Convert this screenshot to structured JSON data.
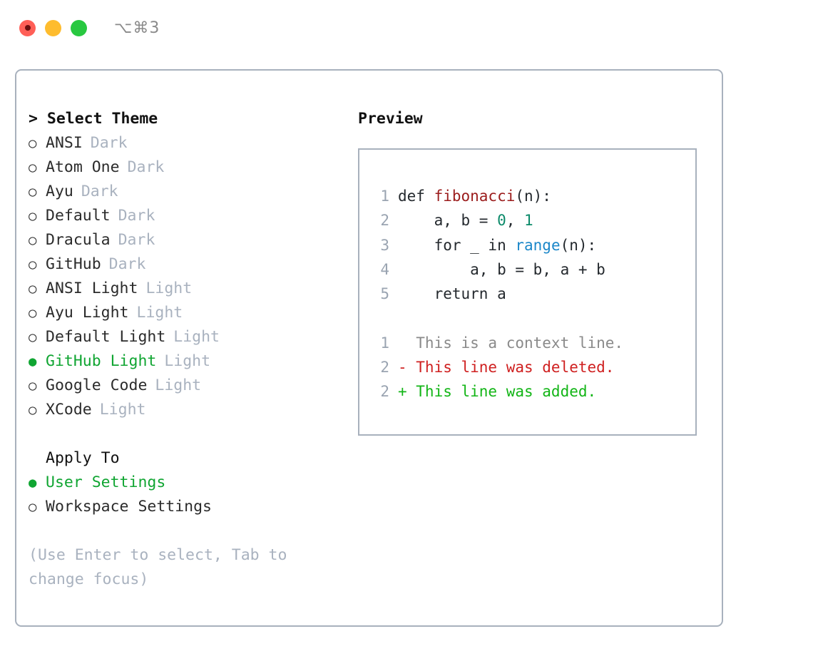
{
  "titlebar": {
    "shortcut": "⌥⌘3",
    "dots": [
      {
        "name": "close",
        "color": "#ff5f57"
      },
      {
        "name": "minimize",
        "color": "#febc2e"
      },
      {
        "name": "maximize",
        "color": "#28c840"
      }
    ]
  },
  "theme_picker": {
    "heading": "> Select Theme",
    "options": [
      {
        "marker": "○",
        "label": "ANSI",
        "tag": "Dark",
        "selected": false
      },
      {
        "marker": "○",
        "label": "Atom One",
        "tag": "Dark",
        "selected": false
      },
      {
        "marker": "○",
        "label": "Ayu",
        "tag": "Dark",
        "selected": false
      },
      {
        "marker": "○",
        "label": "Default",
        "tag": "Dark",
        "selected": false
      },
      {
        "marker": "○",
        "label": "Dracula",
        "tag": "Dark",
        "selected": false
      },
      {
        "marker": "○",
        "label": "GitHub",
        "tag": "Dark",
        "selected": false
      },
      {
        "marker": "○",
        "label": "ANSI Light",
        "tag": "Light",
        "selected": false
      },
      {
        "marker": "○",
        "label": "Ayu Light",
        "tag": "Light",
        "selected": false
      },
      {
        "marker": "○",
        "label": "Default Light",
        "tag": "Light",
        "selected": false
      },
      {
        "marker": "●",
        "label": "GitHub Light",
        "tag": "Light",
        "selected": true
      },
      {
        "marker": "○",
        "label": "Google Code",
        "tag": "Light",
        "selected": false
      },
      {
        "marker": "○",
        "label": "XCode",
        "tag": "Light",
        "selected": false
      }
    ]
  },
  "apply_to": {
    "heading": "Apply To",
    "options": [
      {
        "marker": "●",
        "label": "User Settings",
        "selected": true
      },
      {
        "marker": "○",
        "label": "Workspace Settings",
        "selected": false
      }
    ]
  },
  "hint": "(Use Enter to select, Tab to change focus)",
  "preview": {
    "title": "Preview",
    "code_lines": [
      {
        "number": "1",
        "tokens": [
          {
            "text": "def ",
            "style": "plain"
          },
          {
            "text": "fibonacci",
            "style": "fn"
          },
          {
            "text": "(n):",
            "style": "plain"
          }
        ]
      },
      {
        "number": "2",
        "tokens": [
          {
            "text": "    a, b = ",
            "style": "plain"
          },
          {
            "text": "0",
            "style": "num"
          },
          {
            "text": ", ",
            "style": "plain"
          },
          {
            "text": "1",
            "style": "num"
          }
        ]
      },
      {
        "number": "3",
        "tokens": [
          {
            "text": "    for _ in ",
            "style": "plain"
          },
          {
            "text": "range",
            "style": "call"
          },
          {
            "text": "(n):",
            "style": "plain"
          }
        ]
      },
      {
        "number": "4",
        "tokens": [
          {
            "text": "        a, b = b, a + b",
            "style": "plain"
          }
        ]
      },
      {
        "number": "5",
        "tokens": [
          {
            "text": "    return a",
            "style": "plain"
          }
        ]
      }
    ],
    "diff_lines": [
      {
        "number": "1",
        "text": "  This is a context line.",
        "kind": "context"
      },
      {
        "number": "2",
        "text": "- This line was deleted.",
        "kind": "deleted"
      },
      {
        "number": "2",
        "text": "+ This line was added.",
        "kind": "added"
      }
    ]
  },
  "colors": {
    "accent_green": "#10a532",
    "muted": "#a9b2bf",
    "border": "#a8b1bd",
    "syntax_function": "#9b1c1c",
    "syntax_number": "#0c8a6a",
    "syntax_call": "#1b87c9",
    "diff_deleted": "#cf2020",
    "diff_added": "#12b516",
    "diff_context": "#8a8a8a"
  }
}
